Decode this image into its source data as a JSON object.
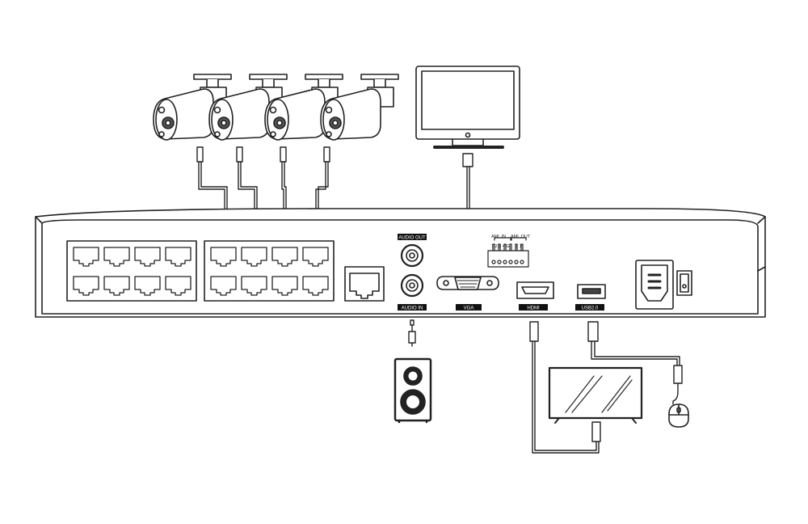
{
  "labels": {
    "audio_out": "AUDIO OUT",
    "audio_in": "AUDIO IN",
    "vga": "VGA",
    "hdmi": "HDMI",
    "usb": "USB2.0",
    "alarm_in": "AML IN",
    "alarm_out": "AML OUT",
    "alarm_in_pins": "1 2 3 4 G",
    "alarm_out_pins": "1 1"
  },
  "colors": {
    "line": "#222222",
    "label_bg": "#111111",
    "label_text": "#ffffff",
    "background": "#ffffff"
  },
  "devices": {
    "camera_count": 4,
    "poe_port_count": 16,
    "icons": [
      "bullet-camera-icon",
      "monitor-icon",
      "speaker-icon",
      "tv-icon",
      "mouse-icon",
      "nvr-icon"
    ]
  }
}
